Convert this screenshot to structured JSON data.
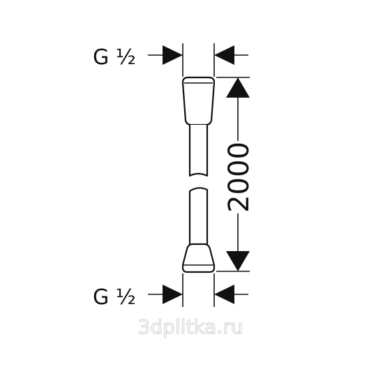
{
  "diagram": {
    "top_thread_label": "G ½",
    "bottom_thread_label": "G ½",
    "length_label": "2000",
    "watermark": "3dplitka.ru",
    "colors": {
      "line": "#111111",
      "background": "#ffffff",
      "watermark_outline": "#d4d4d4"
    }
  }
}
